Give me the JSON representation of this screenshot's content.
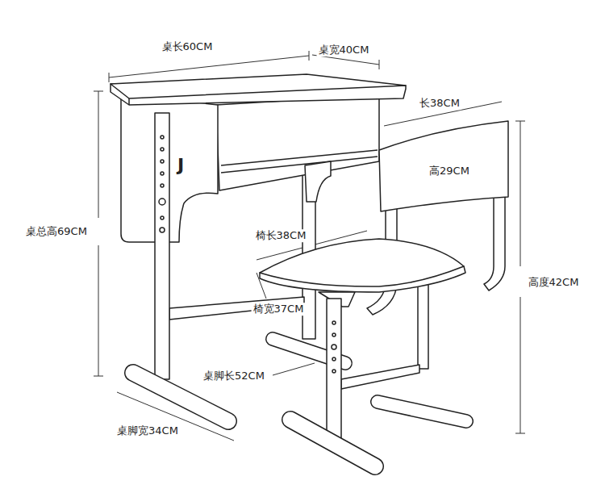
{
  "diagram": {
    "labels": [
      "桌长60CM",
      "桌宽40CM",
      "长38CM",
      "高29CM",
      "J",
      "桌总高69CM",
      "椅长38CM",
      "椅宽37CM",
      "高度42CM",
      "桌脚长52CM",
      "桌脚宽34CM"
    ]
  }
}
